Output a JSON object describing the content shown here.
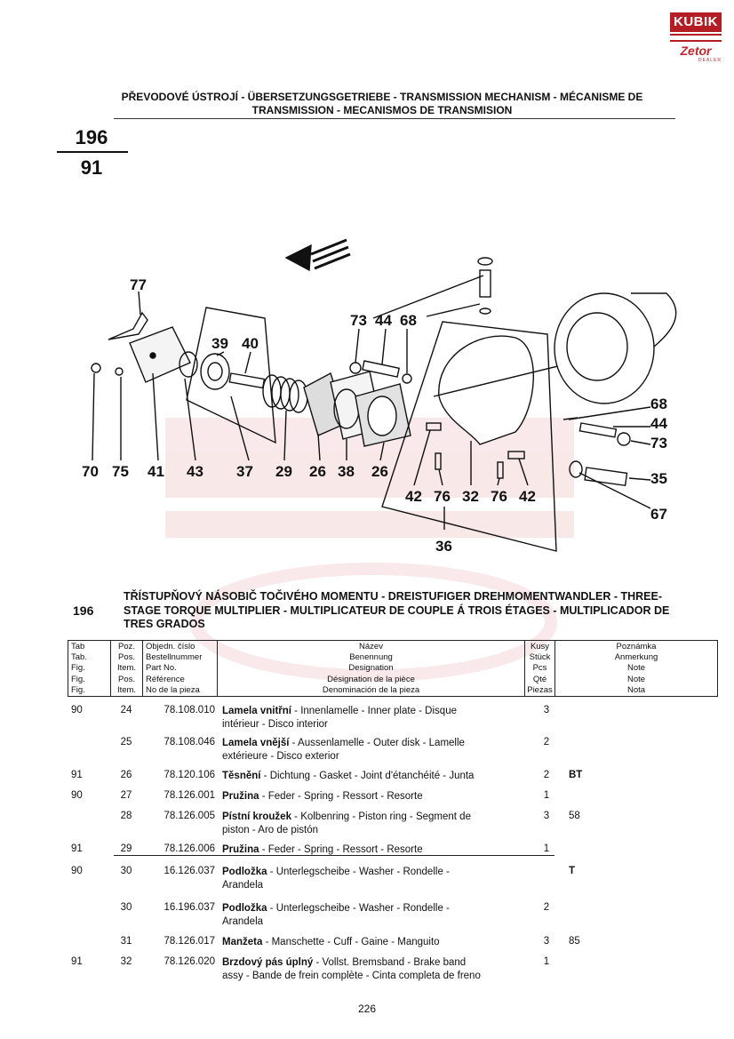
{
  "logo": {
    "brand": "KUBIK",
    "sub": "Zetor",
    "tag": "DEALER"
  },
  "header": {
    "title_line1": "PŘEVODOVÉ ÚSTROJÍ - ÜBERSETZUNGSGETRIEBE - TRANSMISSION MECHANISM - MÉCANISME DE",
    "title_line2": "TRANSMISSION - MECANISMOS DE TRANSMISION",
    "tab_number": "196",
    "fig_number": "91"
  },
  "diagram": {
    "labels": [
      "77",
      "39",
      "40",
      "73",
      "44",
      "68",
      "70",
      "75",
      "41",
      "43",
      "37",
      "29",
      "26",
      "38",
      "26",
      "42",
      "76",
      "32",
      "76",
      "42",
      "36",
      "68",
      "44",
      "73",
      "35",
      "67"
    ]
  },
  "section": {
    "number": "196",
    "title_line1": "TŘÍSTUPŇOVÝ NÁSOBIČ TOČIVÉHO MOMENTU - DREISTUFIGER DREHMOMENTWANDLER - THREE-",
    "title_line2": "STAGE TORQUE MULTIPLIER - MULTIPLICATEUR DE COUPLE Á  TROIS ÉTAGES - MULTIPLICADOR DE",
    "title_line3": "TRES GRADOS"
  },
  "table": {
    "header": {
      "tab": [
        "Tab",
        "Tab.",
        "Fig.",
        "Fig.",
        "Fig."
      ],
      "pos": [
        "Poz.",
        "Pos.",
        "Item.",
        "Pos.",
        "Item."
      ],
      "part": [
        "Objedn. číslo",
        "Bestellnummer",
        "Part No.",
        "Référence",
        "No de la pieza"
      ],
      "name": [
        "Název",
        "Benennung",
        "Designation",
        "Désignation de la pièce",
        "Denominación de la pieza"
      ],
      "qty": [
        "Kusy",
        "Stück",
        "Pcs",
        "Qté",
        "Piezas"
      ],
      "note": [
        "Poznámka",
        "Anmerkung",
        "Note",
        "Note",
        "Nota"
      ]
    },
    "rows": [
      {
        "tab": "90",
        "pos": "24",
        "part": "78.108.010",
        "name_bold": "Lamela vnitřní",
        "name_rest": " - Innenlamelle - Inner plate - Disque",
        "name_line2": "intérieur - Disco interior",
        "qty": "3",
        "note": ""
      },
      {
        "tab": "",
        "pos": "25",
        "part": "78.108.046",
        "name_bold": "Lamela vnější",
        "name_rest": " - Aussenlamelle - Outer disk - Lamelle",
        "name_line2": "extérieure - Disco exterior",
        "qty": "2",
        "note": ""
      },
      {
        "tab": "91",
        "pos": "26",
        "part": "78.120.106",
        "name_bold": "Těsnění",
        "name_rest": " - Dichtung - Gasket - Joint d'étanchéité - Junta",
        "name_line2": "",
        "qty": "2",
        "note": "BT"
      },
      {
        "tab": "90",
        "pos": "27",
        "part": "78.126.001",
        "name_bold": "Pružina",
        "name_rest": " - Feder - Spring - Ressort - Resorte",
        "name_line2": "",
        "qty": "1",
        "note": ""
      },
      {
        "tab": "",
        "pos": "28",
        "part": "78.126.005",
        "name_bold": "Pístní kroužek",
        "name_rest": " - Kolbenring - Piston ring - Segment de",
        "name_line2": "piston - Aro de pistón",
        "qty": "3",
        "note": "58"
      },
      {
        "tab": "91",
        "pos": "29",
        "part": "78.126.006",
        "name_bold": "Pružina",
        "name_rest": " - Feder - Spring - Ressort - Resorte",
        "name_line2": "",
        "qty": "1",
        "note": ""
      },
      {
        "tab": "90",
        "pos": "30",
        "part": "16.126.037",
        "name_bold": "Podložka",
        "name_rest": " -  Unterlegscheibe - Washer - Rondelle -",
        "name_line2": "Arandela",
        "qty": "",
        "note": "T"
      },
      {
        "tab": "",
        "pos": "30",
        "part": "16.196.037",
        "name_bold": "Podložka",
        "name_rest": " -  Unterlegscheibe - Washer - Rondelle -",
        "name_line2": "Arandela",
        "qty": "2",
        "note": ""
      },
      {
        "tab": "",
        "pos": "31",
        "part": "78.126.017",
        "name_bold": "Manžeta",
        "name_rest": " - Manschette - Cuff - Gaine - Manguito",
        "name_line2": "",
        "qty": "3",
        "note": "85"
      },
      {
        "tab": "91",
        "pos": "32",
        "part": "78.126.020",
        "name_bold": "Brzdový pás úplný",
        "name_rest": " - Vollst. Bremsband - Brake band",
        "name_line2": "assy - Bande de frein complète - Cinta completa de freno",
        "qty": "1",
        "note": ""
      }
    ]
  },
  "page_number": "226"
}
